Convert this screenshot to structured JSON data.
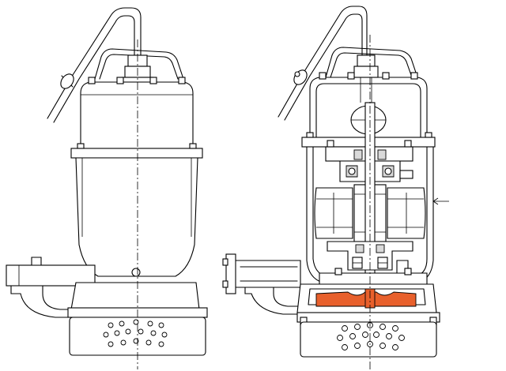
{
  "figure": {
    "views": [
      {
        "name": "exterior-view"
      },
      {
        "name": "sectional-view"
      }
    ],
    "colors": {
      "line": "#000000",
      "background": "#ffffff",
      "impeller_highlight": "#e8602c"
    },
    "highlighted_part": "impeller"
  }
}
